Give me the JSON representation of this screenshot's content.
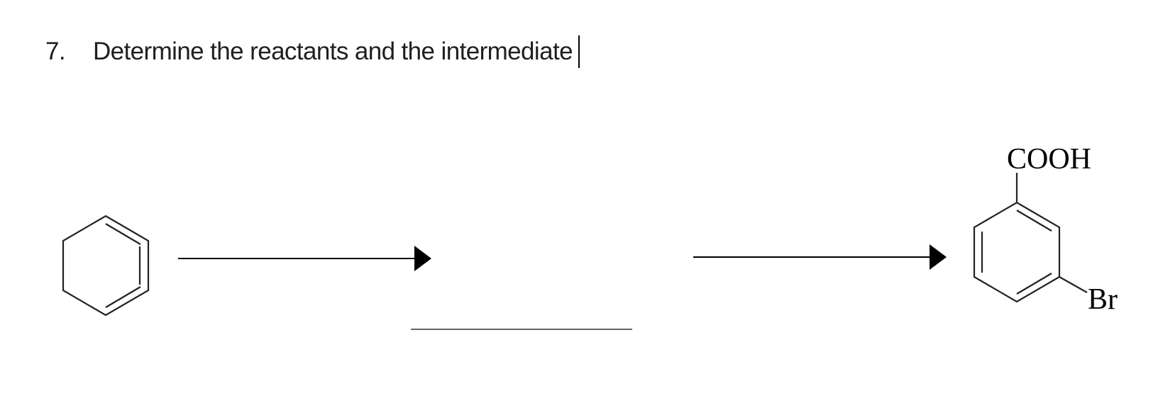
{
  "question": {
    "number": "7.",
    "text": "Determine the reactants and the intermediate"
  },
  "scheme": {
    "product_substituent_top": "COOH",
    "product_substituent_meta": "Br"
  }
}
